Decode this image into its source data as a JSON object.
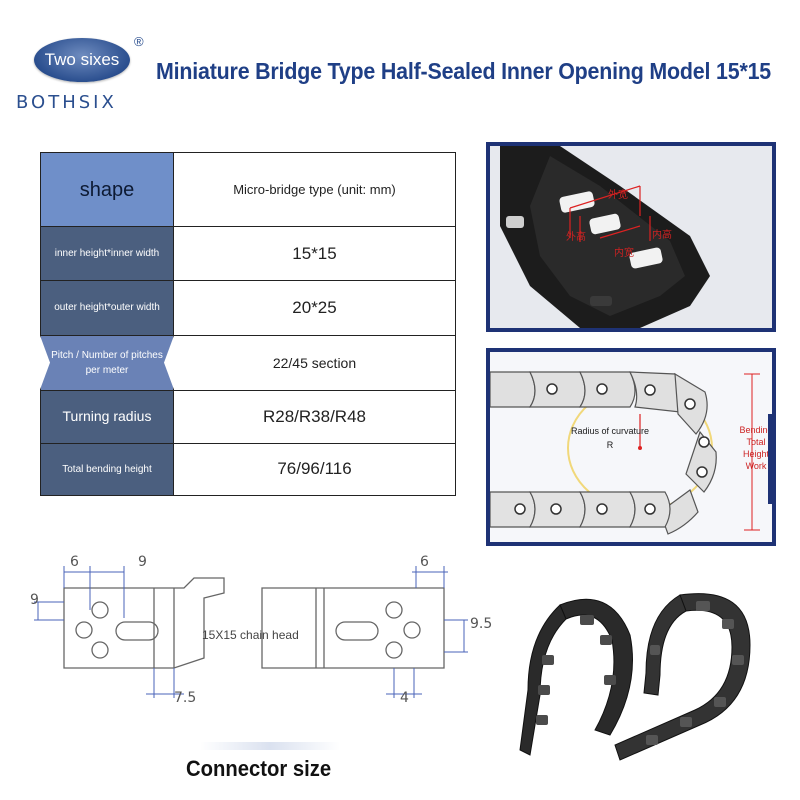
{
  "header": {
    "logo_text": "Two sixes",
    "logo_reg": "®",
    "brand": "BOTHSIX",
    "title": "Miniature Bridge Type Half-Sealed Inner Opening Model 15*15"
  },
  "spec_table": {
    "rows": [
      {
        "label": "shape",
        "value": "Micro-bridge type (unit: mm)"
      },
      {
        "label": "inner height*inner width",
        "value": "15*15"
      },
      {
        "label": "outer height*outer width",
        "value": "20*25"
      },
      {
        "label": "Pitch / Number of pitches per meter",
        "value": "22/45 section"
      },
      {
        "label": "Turning radius",
        "value": "R28/R38/R48"
      },
      {
        "label": "Total bending height",
        "value": "76/96/116"
      }
    ]
  },
  "photo_top": {
    "labels": [
      "外宽",
      "内高",
      "外高",
      "内宽"
    ]
  },
  "photo_bottom": {
    "radius_label": "Radius of curvature",
    "radius_symbol": "R",
    "bend_label": "Bending Total Height Work"
  },
  "connector": {
    "title": "Connector size",
    "chain_head_label": "15X15 chain head",
    "dims_left": [
      "6",
      "9",
      "9",
      "7.5"
    ],
    "dims_right": [
      "6",
      "9.5",
      "4"
    ]
  },
  "colors": {
    "accent": "#1f3f86",
    "table_label_bg": "#4b5f7f",
    "table_header_bg": "#6f8fc9",
    "frame": "#1e3275"
  }
}
